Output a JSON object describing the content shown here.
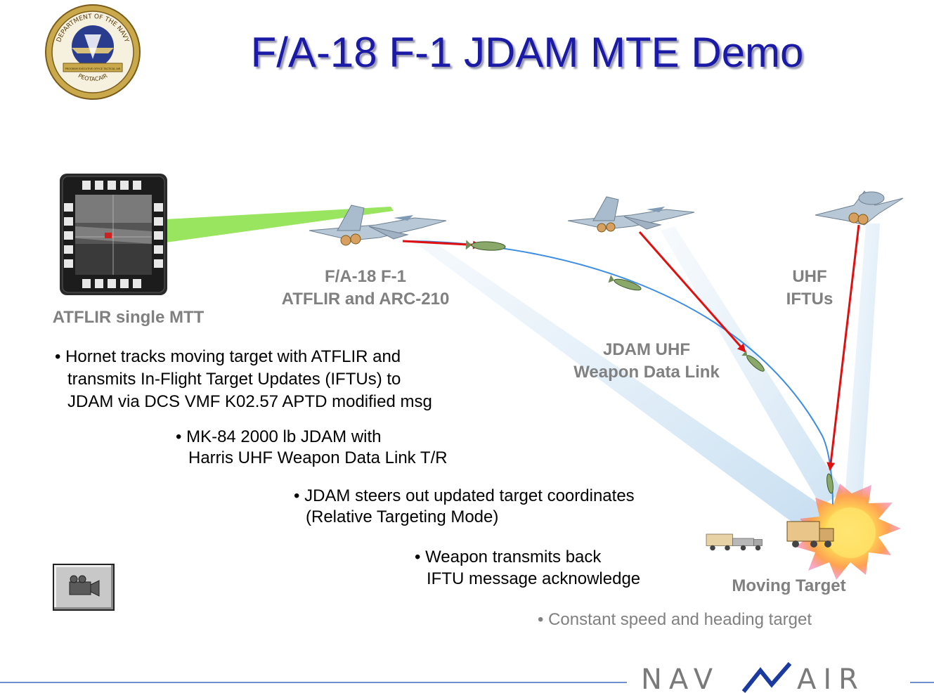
{
  "slide": {
    "title": "F/A-18 F-1 JDAM MTE Demo",
    "seal_text": {
      "top": "DEPARTMENT OF THE NAVY",
      "bottom": "PEOTACAIR",
      "banner": "PROGRAM EXECUTIVE OFFICE TACTICAL AIR"
    },
    "labels": {
      "atflir": "ATFLIR single MTT",
      "aircraft_line1": "F/A-18 F-1",
      "aircraft_line2": "ATFLIR and ARC-210",
      "datalink_line1": "JDAM UHF",
      "datalink_line2": "Weapon Data Link",
      "uhf_line1": "UHF",
      "uhf_line2": "IFTUs",
      "moving_target": "Moving Target"
    },
    "bullets": {
      "b1_line1": "• Hornet tracks moving target with ATFLIR and",
      "b1_line2": "transmits In-Flight Target Updates (IFTUs) to",
      "b1_line3": "JDAM via DCS VMF K02.57 APTD modified msg",
      "b2_line1": "• MK-84 2000 lb JDAM with",
      "b2_line2": "Harris UHF Weapon Data Link T/R",
      "b3_line1": "•  JDAM steers out updated target coordinates",
      "b3_line2": "(Relative Targeting Mode)",
      "b4_line1": "• Weapon transmits back",
      "b4_line2": "IFTU  message acknowledge",
      "b5": "• Constant speed and heading target"
    },
    "footer": {
      "logo_left": "NAV",
      "logo_right": "AIR"
    },
    "icons": {
      "camera_button": "video-camera-icon"
    },
    "colors": {
      "title": "#1a1aa6",
      "link_arrow": "#e01010",
      "trajectory": "#3c8ce6",
      "beam": "#b9d6ee",
      "atflir_beam": "#8fe24f",
      "gray_text": "#808080"
    }
  }
}
